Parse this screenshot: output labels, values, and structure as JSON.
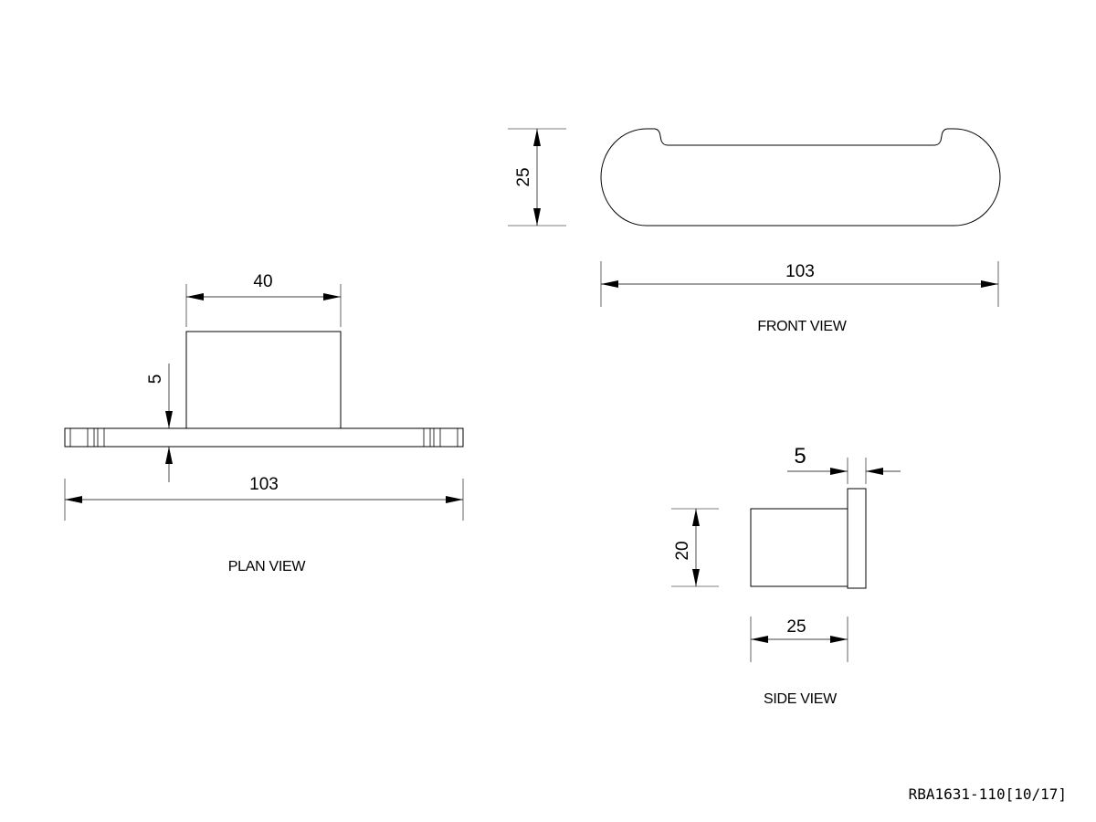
{
  "drawing": {
    "front_view": {
      "label": "FRONT VIEW",
      "height_dim": "25",
      "width_dim": "103"
    },
    "plan_view": {
      "label": "PLAN VIEW",
      "hook_width_dim": "40",
      "base_thickness_dim": "5",
      "width_dim": "103"
    },
    "side_view": {
      "label": "SIDE VIEW",
      "plate_thickness_dim": "5",
      "height_dim": "20",
      "depth_dim": "25"
    },
    "reference": "RBA1631-110[10/17]"
  }
}
